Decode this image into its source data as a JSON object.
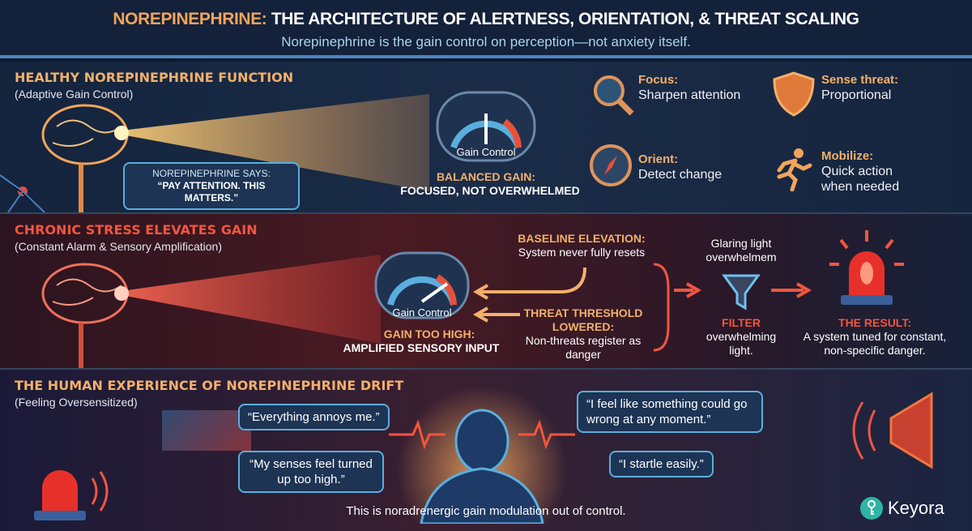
{
  "header": {
    "title_highlight": "NOREPINEPHRINE:",
    "title_rest": " THE ARCHITECTURE OF ALERTNESS, ORIENTATION, & THREAT SCALING",
    "subtitle": "Norepinephrine is the gain control on perception—not anxiety itself."
  },
  "healthy": {
    "heading": "HEALTHY NOREPINEPHRINE FUNCTION",
    "subheading": "(Adaptive Gain Control)",
    "speech_title": "NOREPINEPHRINE SAYS:",
    "speech_text": "“PAY ATTENTION. THIS MATTERS.”",
    "gauge_label": "Gain Control",
    "gauge_caption_1": "BALANCED GAIN:",
    "gauge_caption_2": "FOCUSED, NOT OVERWHELMED",
    "features": [
      {
        "icon": "magnifier-icon",
        "title": "Focus:",
        "desc": "Sharpen attention"
      },
      {
        "icon": "shield-icon",
        "title": "Sense threat:",
        "desc": "Proportional"
      },
      {
        "icon": "compass-icon",
        "title": "Orient:",
        "desc": "Detect change"
      },
      {
        "icon": "running-person-icon",
        "title": "Mobilize:",
        "desc": "Quick action when needed"
      }
    ]
  },
  "chronic": {
    "heading": "CHRONIC STRESS ELEVATES GAIN",
    "subheading": "(Constant Alarm & Sensory Amplification)",
    "gauge_label": "Gain Control",
    "gauge_caption_1": "GAIN TOO HIGH:",
    "gauge_caption_2": "AMPLIFIED SENSORY INPUT",
    "baseline_title": "BASELINE ELEVATION:",
    "baseline_text": "System never fully resets",
    "threshold_title": "THREAT THRESHOLD LOWERED:",
    "threshold_text": "Non-threats register as danger",
    "glare_text": "Glaring light overwhelmem",
    "filter_title": "FILTER",
    "filter_text": "overwhelming light.",
    "result_title": "THE RESULT:",
    "result_text": "A system tuned for constant, non-specific danger."
  },
  "experience": {
    "heading": "THE HUMAN EXPERIENCE OF NOREPINEPHRINE DRIFT",
    "subheading": "(Feeling Oversensitized)",
    "quotes": [
      "“Everything annoys me.”",
      "“My senses feel turned up too high.”",
      "“I feel like something could go wrong at any moment.”",
      "“I startle easily.”"
    ],
    "footer": "This is noradrenergic gain modulation out of control."
  },
  "brand": "Keyora",
  "colors": {
    "accent_orange": "#f2a45c",
    "accent_red": "#f0563f",
    "accent_blue": "#5aaede"
  }
}
